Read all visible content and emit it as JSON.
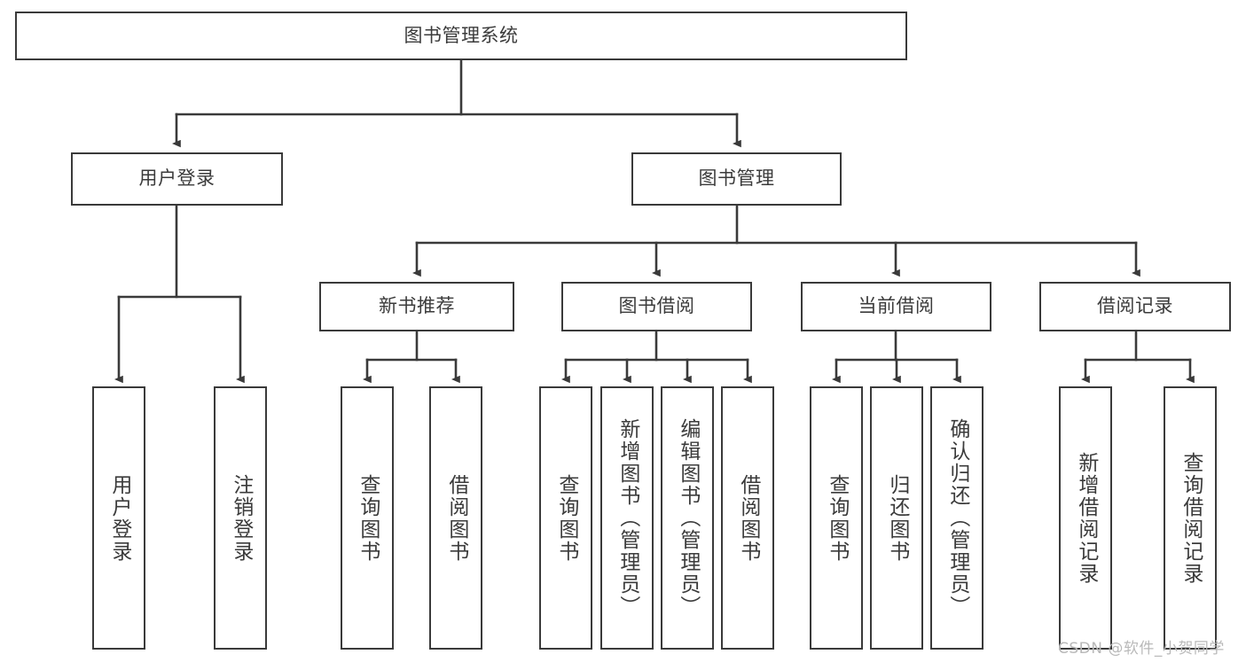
{
  "diagram": {
    "title": "图书管理系统",
    "watermark": "CSDN @软件_小贺同学",
    "colors": {
      "stroke": "#3a3a3a",
      "fill": "#ffffff",
      "text": "#3b3b3b",
      "watermark": "#b9b9b9",
      "background": "#ffffff"
    },
    "root": {
      "label": "图书管理系统"
    },
    "level2": [
      {
        "label": "用户登录"
      },
      {
        "label": "图书管理"
      }
    ],
    "level3": [
      {
        "label": "新书推荐"
      },
      {
        "label": "图书借阅"
      },
      {
        "label": "当前借阅"
      },
      {
        "label": "借阅记录"
      }
    ],
    "leaves": {
      "user_login": [
        {
          "label": "用户登录"
        },
        {
          "label": "注销登录"
        }
      ],
      "new_book_recommend": [
        {
          "label": "查询图书"
        },
        {
          "label": "借阅图书"
        }
      ],
      "book_borrow": [
        {
          "label": "查询图书"
        },
        {
          "label": "新增图书（管理员）"
        },
        {
          "label": "编辑图书（管理员）"
        },
        {
          "label": "借阅图书"
        }
      ],
      "current_borrow": [
        {
          "label": "查询图书"
        },
        {
          "label": "归还图书"
        },
        {
          "label": "确认归还（管理员）"
        }
      ],
      "borrow_record": [
        {
          "label": "新增借阅记录"
        },
        {
          "label": "查询借阅记录"
        }
      ]
    }
  }
}
